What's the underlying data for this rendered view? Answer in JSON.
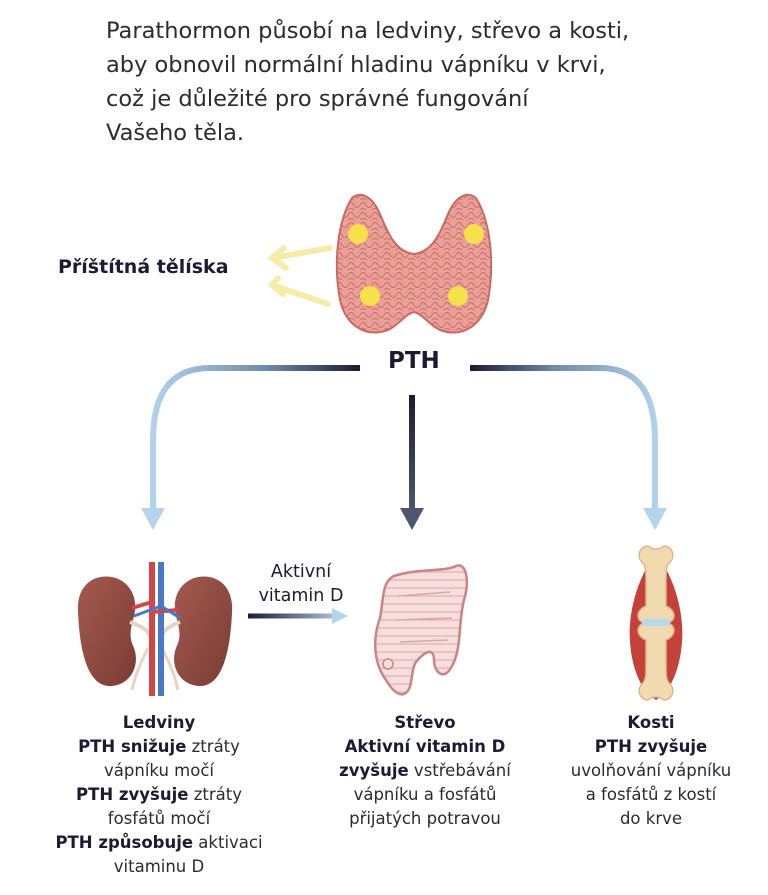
{
  "intro": {
    "lines": [
      "Parathormon působí na ledviny, střevo a kosti,",
      "aby obnovil normální hladinu vápníku v krvi,",
      "což je důležité pro správné fungování",
      "Vašeho těla."
    ]
  },
  "diagram": {
    "parathyroid_label": "Příštítná tělíska",
    "hormone_label": "PTH",
    "vitamin_label": [
      "Aktivní",
      "vitamin D"
    ]
  },
  "organs": {
    "kidneys": {
      "title": "Ledviny",
      "l1_bold": "PTH snižuje",
      "l1_rest": " ztráty",
      "l2": "vápníku močí",
      "l3_bold": "PTH zvyšuje",
      "l3_rest": " ztráty",
      "l4": "fosfátů močí",
      "l5_bold": "PTH způsobuje",
      "l5_rest": " aktivaci",
      "l6": "vitaminu D"
    },
    "intestine": {
      "title": "Střevo",
      "l1_bold": "Aktivní vitamin D",
      "l2_bold": "zvyšuje",
      "l2_rest": " vstřebávání",
      "l3": "vápníku a fosfátů",
      "l4": "přijatých potravou"
    },
    "bones": {
      "title": "Kosti",
      "l1_bold": "PTH zvyšuje",
      "l2": "uvolňování vápníku",
      "l3": "a fosfátů z kostí",
      "l4": "do krve"
    }
  },
  "colors": {
    "dark_arrow": "#1b1b34",
    "light_arrow": "#b4d4ee",
    "gland_yellow": "#f5e24a",
    "thyroid_pink": "#e59a93",
    "kidney_brown": "#8e4a40",
    "artery_red": "#d64545",
    "vein_blue": "#4a78c8",
    "bone_beige": "#f1d9b0",
    "muscle_red": "#c5423b"
  }
}
